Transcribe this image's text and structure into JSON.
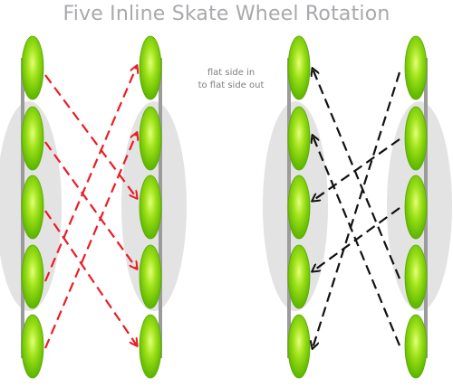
{
  "title": "Five Inline Skate Wheel Rotation",
  "note": {
    "line1": "flat side in",
    "line2": "to flat side out"
  },
  "colors": {
    "wheel": "#7bd10b",
    "wheel_highlight": "#d8ff6a",
    "frame": "#9b9b9b",
    "boot": "#e3e3e3",
    "arrow_red": "#ec1c24",
    "arrow_black": "#111111",
    "title": "#a7a9ac",
    "note": "#7d7f82"
  },
  "skates": [
    {
      "name": "skate-1-before",
      "boot_side": "left"
    },
    {
      "name": "skate-1-after",
      "boot_side": "right"
    },
    {
      "name": "skate-2-before",
      "boot_side": "left"
    },
    {
      "name": "skate-2-after",
      "boot_side": "right"
    }
  ],
  "wheels_per_skate": 5,
  "rotations": [
    {
      "group": "red",
      "from_wheel": 1,
      "to_wheel": 3,
      "direction": "left-to-right"
    },
    {
      "group": "red",
      "from_wheel": 2,
      "to_wheel": 4,
      "direction": "left-to-right"
    },
    {
      "group": "red",
      "from_wheel": 3,
      "to_wheel": 5,
      "direction": "left-to-right"
    },
    {
      "group": "red",
      "from_wheel": 4,
      "to_wheel": 1,
      "direction": "left-to-right"
    },
    {
      "group": "red",
      "from_wheel": 5,
      "to_wheel": 2,
      "direction": "left-to-right"
    },
    {
      "group": "black",
      "from_wheel": 1,
      "to_wheel": 5,
      "direction": "right-to-left"
    },
    {
      "group": "black",
      "from_wheel": 2,
      "to_wheel": 3,
      "direction": "right-to-left"
    },
    {
      "group": "black",
      "from_wheel": 3,
      "to_wheel": 4,
      "direction": "right-to-left"
    },
    {
      "group": "black",
      "from_wheel": 4,
      "to_wheel": 1,
      "direction": "right-to-left"
    },
    {
      "group": "black",
      "from_wheel": 5,
      "to_wheel": 2,
      "direction": "right-to-left"
    }
  ]
}
